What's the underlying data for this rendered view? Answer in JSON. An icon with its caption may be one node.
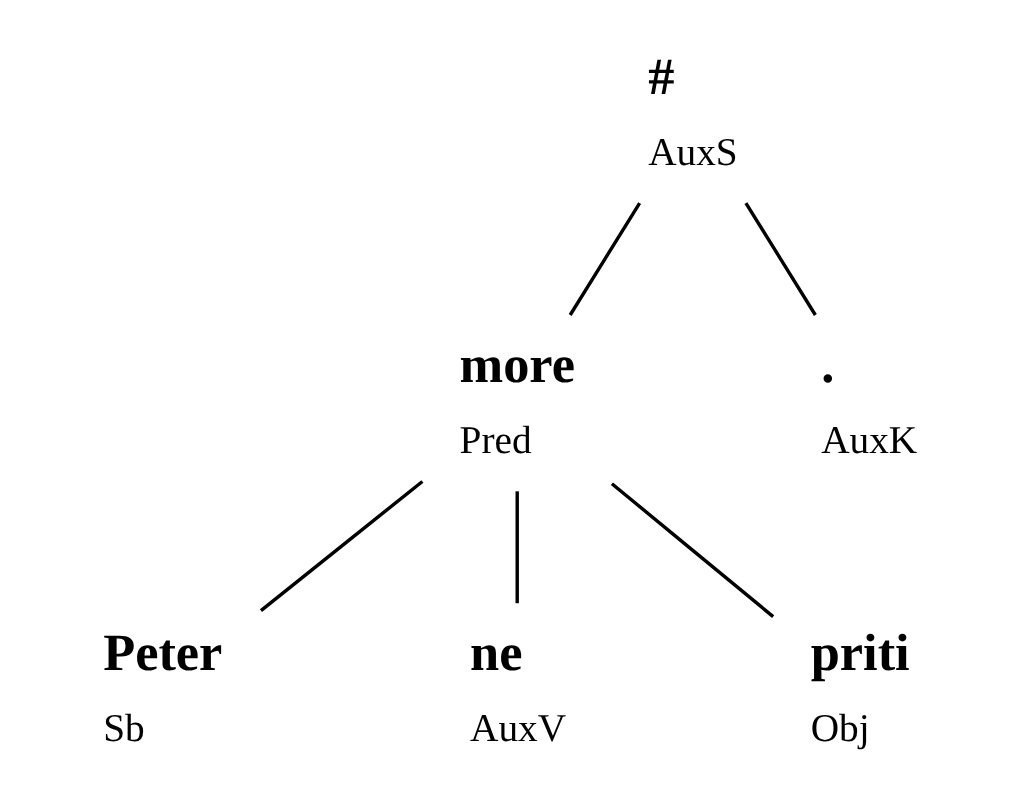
{
  "diagram": {
    "nodes": [
      {
        "text": [
          "#",
          "AuxS"
        ]
      },
      {
        "text": [
          "more",
          "Pred"
        ]
      },
      {
        "text": [
          ".",
          "AuxK"
        ]
      },
      {
        "text": [
          "Peter",
          "Sb"
        ]
      },
      {
        "text": [
          "ne",
          "AuxV"
        ]
      },
      {
        "text": [
          "priti",
          "Obj"
        ]
      }
    ],
    "edges": [
      {
        "from": 0,
        "to": 1,
        "arrow": "none"
      },
      {
        "from": 0,
        "to": 2,
        "arrow": "none"
      },
      {
        "from": 1,
        "to": 3,
        "arrow": "none"
      },
      {
        "from": 1,
        "to": 4,
        "arrow": "none"
      },
      {
        "from": 1,
        "to": 5,
        "arrow": "none"
      }
    ]
  }
}
